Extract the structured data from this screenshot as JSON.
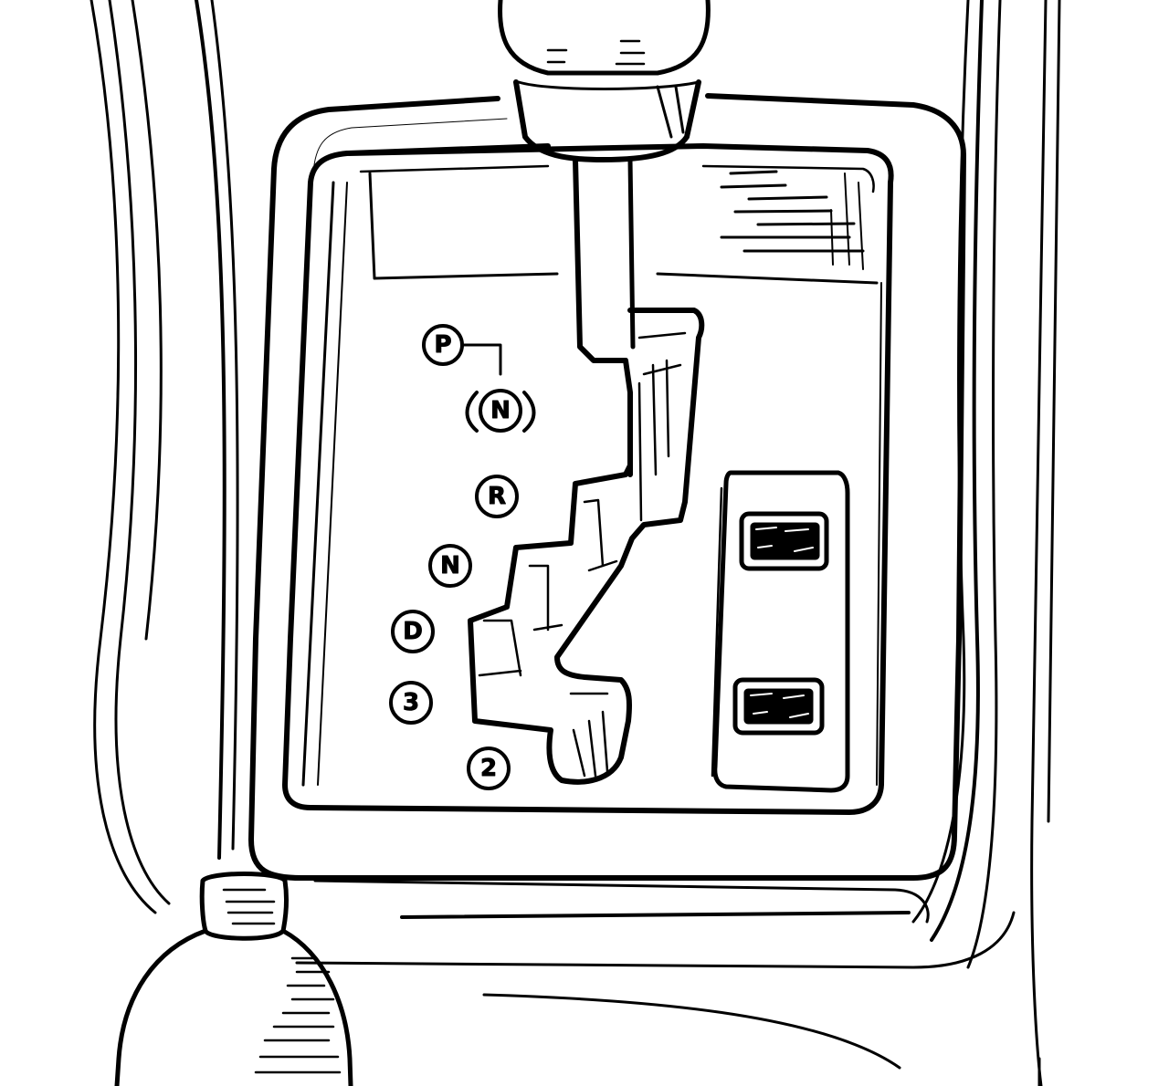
{
  "diagram": {
    "gear_positions": [
      {
        "id": "P",
        "label": "P"
      },
      {
        "id": "N-park",
        "label": "N",
        "parenthesized": true
      },
      {
        "id": "R",
        "label": "R"
      },
      {
        "id": "N",
        "label": "N"
      },
      {
        "id": "D",
        "label": "D"
      },
      {
        "id": "3",
        "label": "3"
      },
      {
        "id": "2",
        "label": "2"
      }
    ],
    "colors": {
      "ink": "#000000",
      "paper": "#ffffff"
    },
    "icons": {
      "shift-lever": "shift-lever-icon",
      "button": "console-button-icon",
      "bottle": "bottle-icon"
    }
  }
}
